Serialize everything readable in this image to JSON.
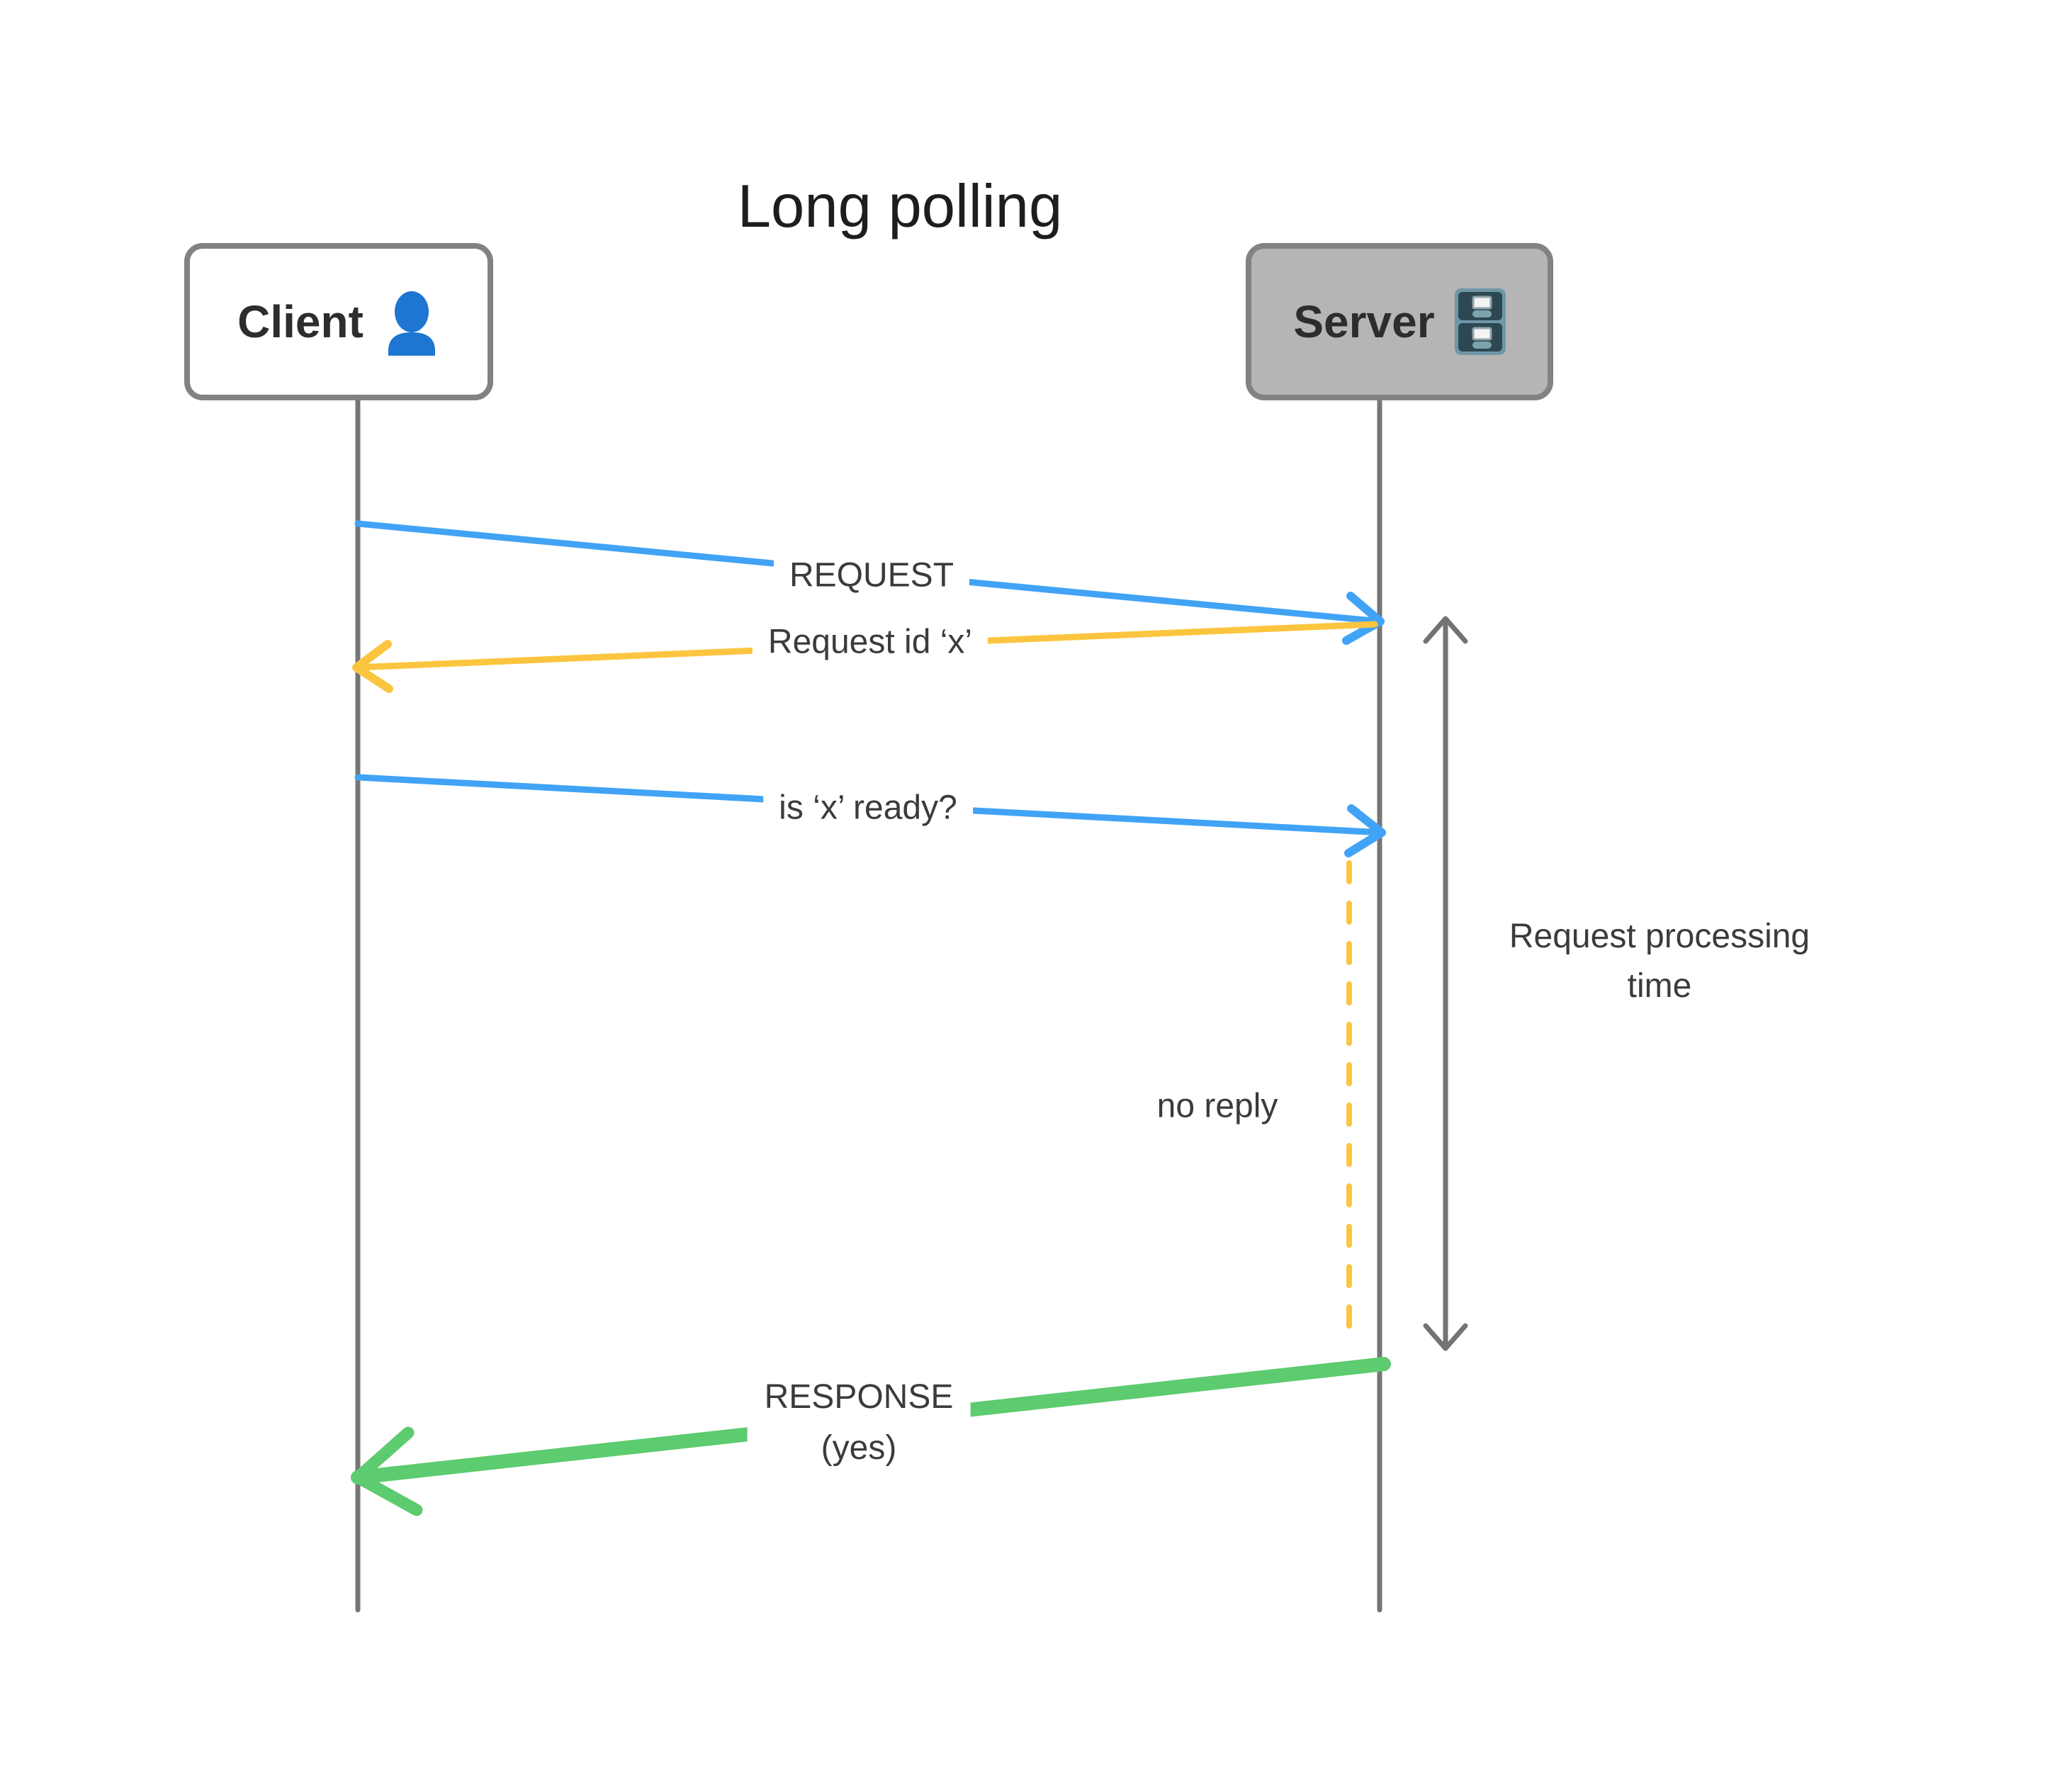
{
  "title": "Long polling",
  "actors": {
    "client": {
      "label": "Client"
    },
    "server": {
      "label": "Server"
    }
  },
  "messages": {
    "request": {
      "label": "REQUEST",
      "from": "client",
      "to": "server",
      "color": "#41a3f5"
    },
    "request_id": {
      "label": "Request id ‘x’",
      "from": "server",
      "to": "client",
      "color": "#fcc53f"
    },
    "is_ready": {
      "label": "is ‘x’ ready?",
      "from": "client",
      "to": "server",
      "color": "#41a3f5"
    },
    "no_reply": {
      "label": "no reply",
      "style": "dashed",
      "color": "#fcc53f"
    },
    "response": {
      "label": "RESPONSE",
      "sublabel": "(yes)",
      "from": "server",
      "to": "client",
      "color": "#5dcb6f"
    }
  },
  "annotations": {
    "processing_time": {
      "label": "Request processing time",
      "color": "#737373"
    }
  },
  "icons": {
    "client": "person-icon",
    "server": "server-cabinet-icon"
  },
  "colors": {
    "blue": "#41a3f5",
    "yellow": "#fcc53f",
    "green": "#5dcb6f",
    "gray_arrow": "#737373",
    "lifeline": "#767676",
    "box_border": "#828282",
    "server_fill": "#b5b5b5",
    "client_fill": "#ffffff",
    "person_icon": "#1e75d2",
    "cabinet_panel": "#2d4853",
    "cabinet_trim": "#6f97a8",
    "text_dark": "#3b3b3b"
  }
}
